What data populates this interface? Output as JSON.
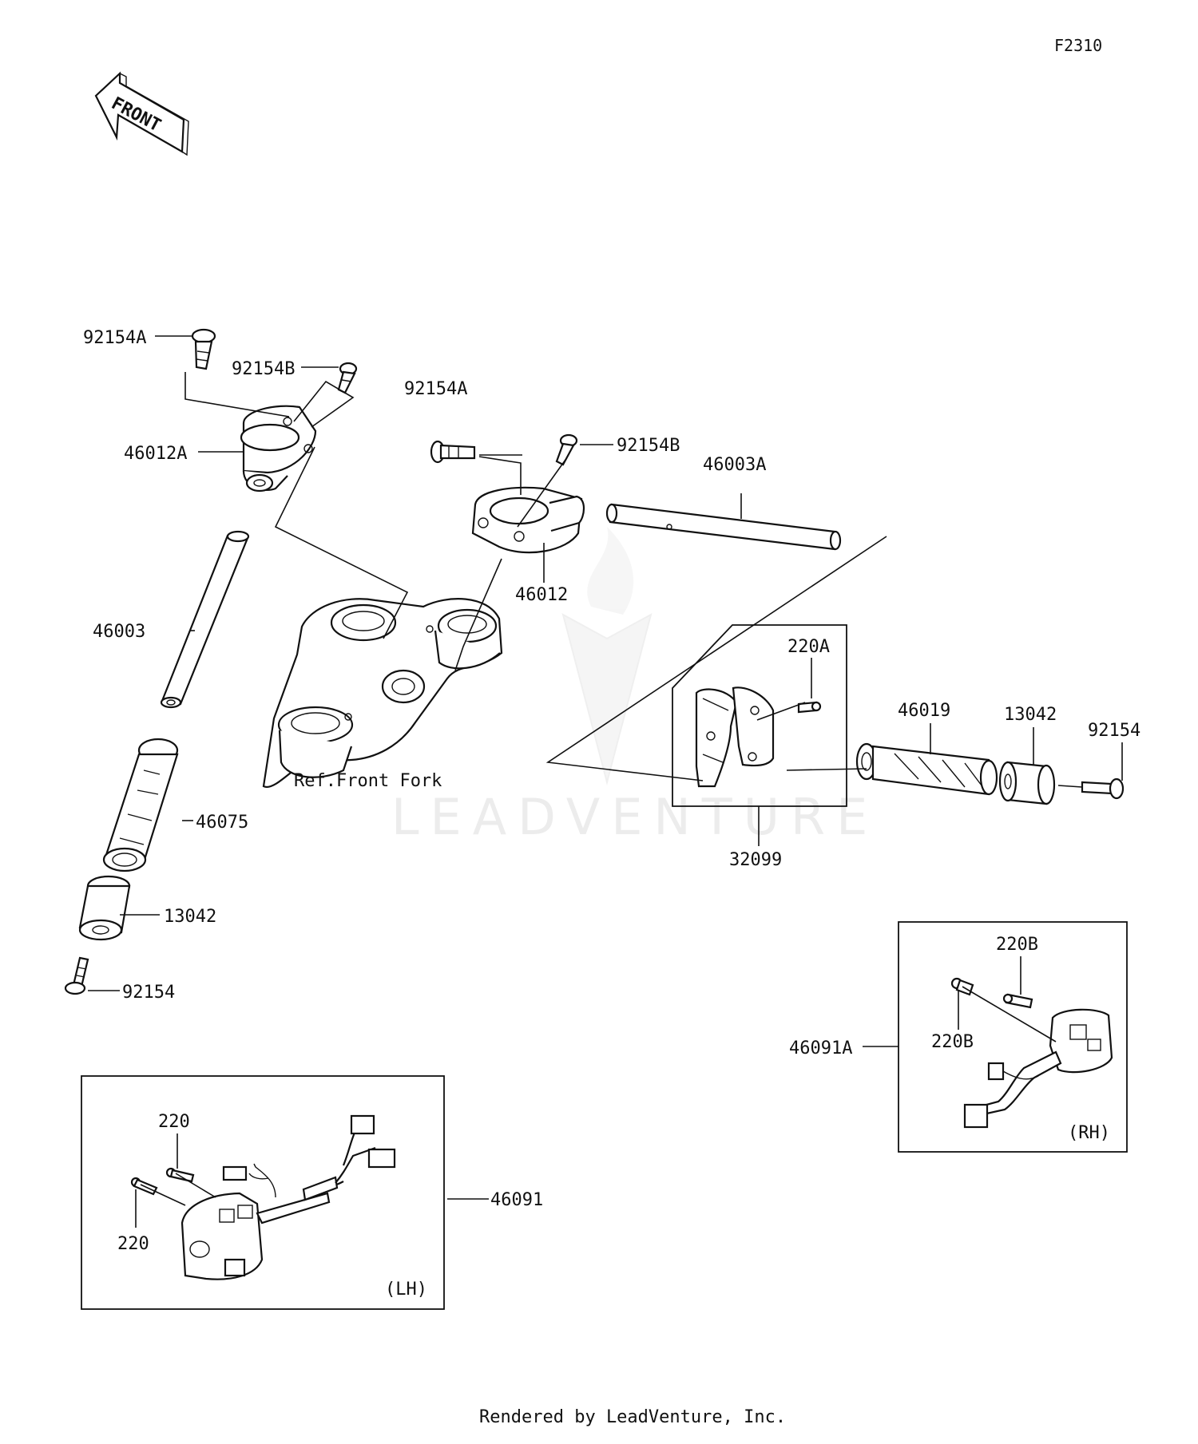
{
  "figure_code": "F2310",
  "front_label": "FRONT",
  "watermark": "LEADVENTURE",
  "footer": "Rendered by LeadVenture, Inc.",
  "labels": {
    "bolt_92154A_left": "92154A",
    "bolt_92154B_left": "92154B",
    "holder_46012A": "46012A",
    "bolt_92154A_right": "92154A",
    "bolt_92154B_right": "92154B",
    "holder_46012": "46012",
    "handlebar_46003A": "46003A",
    "handlebar_46003": "46003",
    "ref_front_fork": "Ref.Front Fork",
    "screw_220A": "220A",
    "grip_46019": "46019",
    "weight_13042_right": "13042",
    "bolt_92154_right": "92154",
    "grip_46075": "46075",
    "housing_32099": "32099",
    "weight_13042_left": "13042",
    "bolt_92154_left": "92154",
    "switch_46091A": "46091A",
    "screw_220B_top": "220B",
    "screw_220B_side": "220B",
    "rh_tag": "(RH)",
    "switch_46091": "46091",
    "screw_220_top": "220",
    "screw_220_side": "220",
    "lh_tag": "(LH)"
  }
}
